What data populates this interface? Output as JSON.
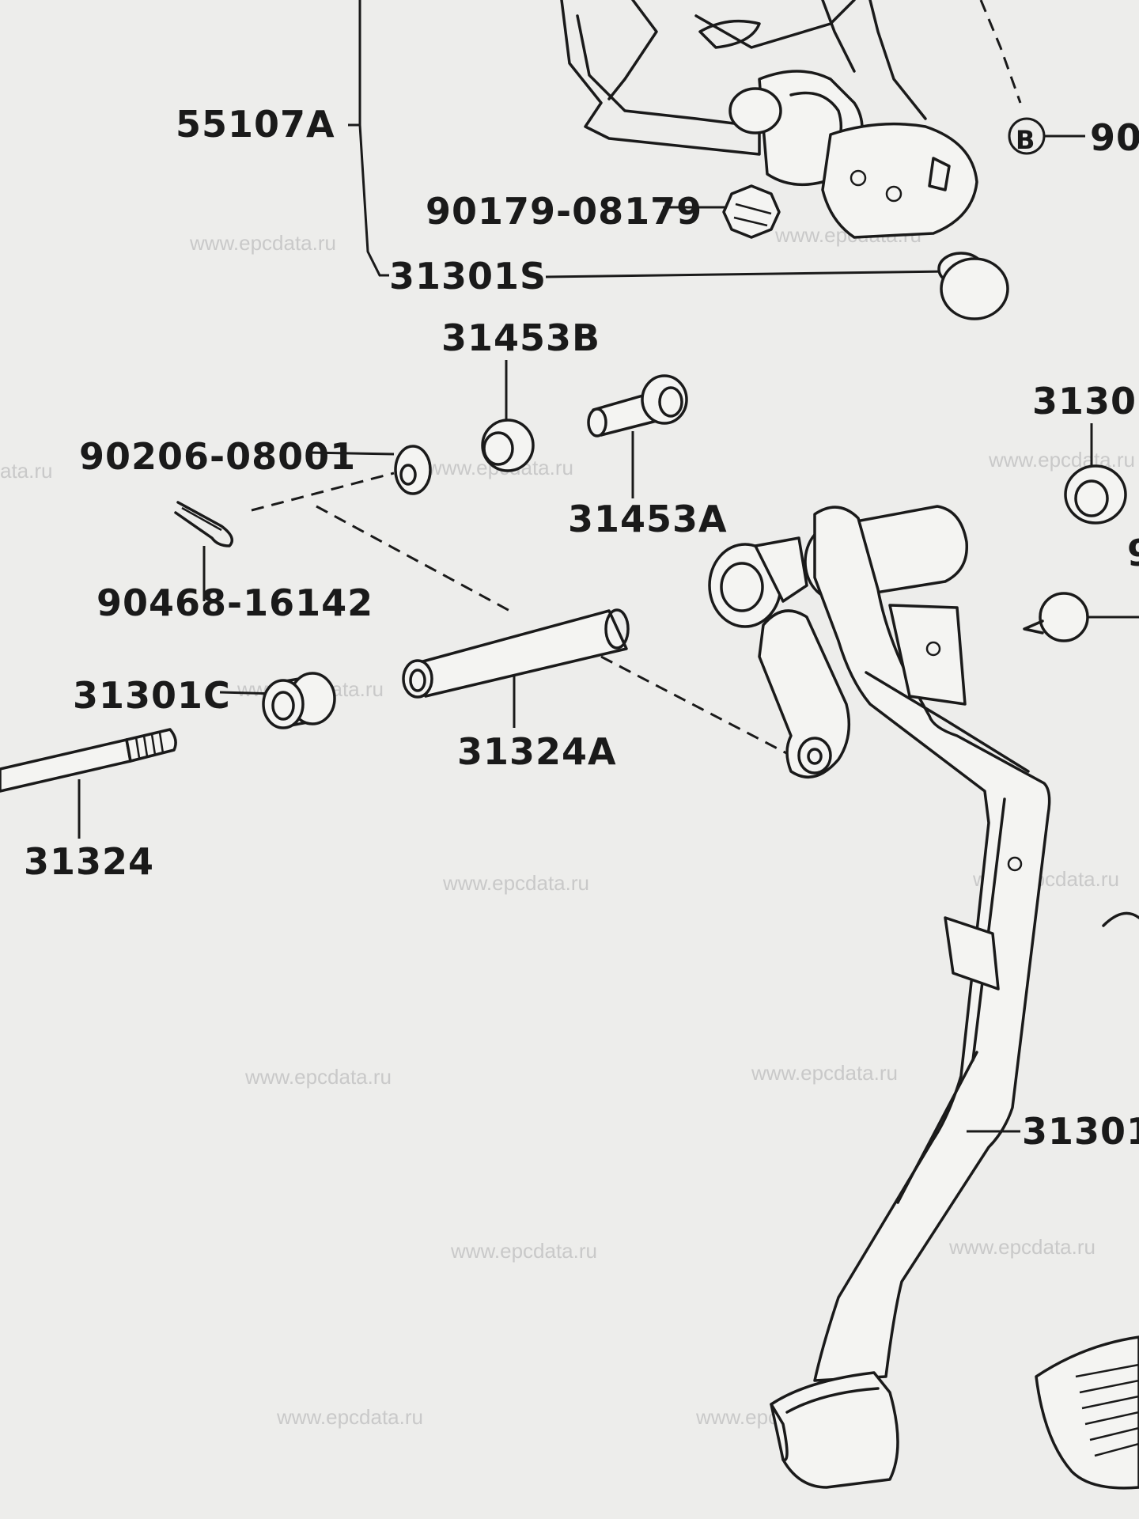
{
  "labels": {
    "p55107A": "55107A",
    "p90179": "90179-08179",
    "p31301S": "31301S",
    "p31453B": "31453B",
    "p90206": "90206-08001",
    "p31453A": "31453A",
    "p90468": "90468-16142",
    "p31301C": "31301C",
    "p31324A": "31324A",
    "p31324": "31324",
    "p31301": "31301",
    "p31301_cut": "3130",
    "ref_B": "B",
    "ref_B_num": "90",
    "edge_left": "ata.ru",
    "edge_right": "9"
  },
  "watermark": "www.epcdata.ru",
  "colors": {
    "background": "#ededeb",
    "ink": "#1a1a1a",
    "watermark": "#c9c9c9"
  }
}
